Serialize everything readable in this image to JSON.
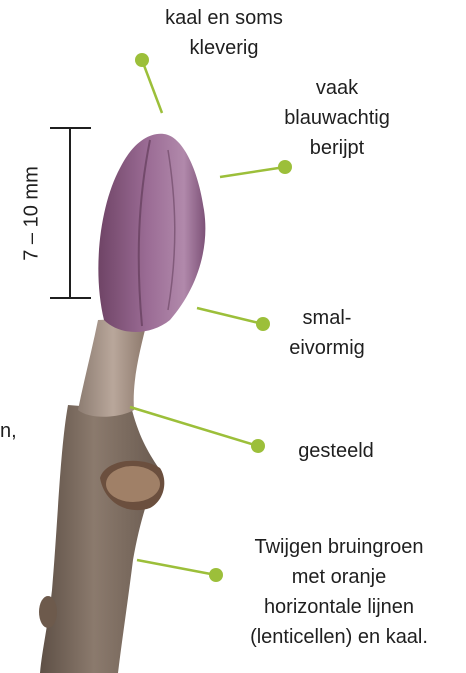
{
  "labels": {
    "tip": [
      "kaal en soms",
      "kleverig"
    ],
    "bloom": [
      "vaak",
      "blauwachtig",
      "berijpt"
    ],
    "shape": [
      "smal-",
      "eivormig"
    ],
    "stalk": [
      "gesteeld"
    ],
    "twig": [
      "Twijgen bruingroen",
      "met oranje",
      "horizontale lijnen",
      "(lenticellen) en kaal."
    ]
  },
  "scale_label": "7 – 10 mm",
  "cut_off_text": "n,",
  "colors": {
    "leader_line": "#9cbf3a",
    "leader_dot": "#9cbf3a",
    "scale_bar": "#1f1f1f",
    "bud": "#8a5a82",
    "twig": "#7d6e62"
  }
}
